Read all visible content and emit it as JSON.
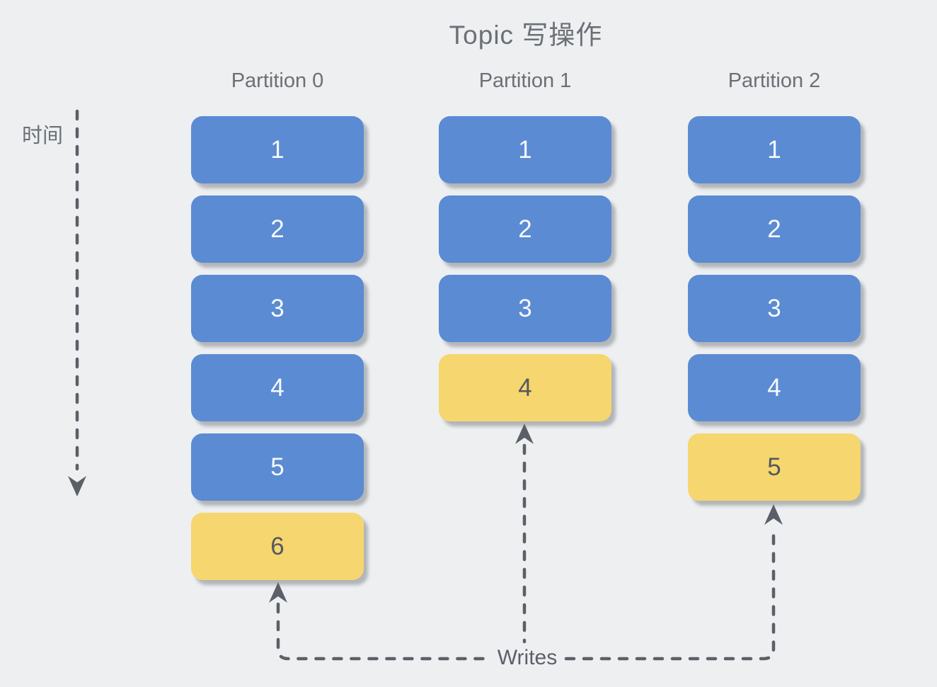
{
  "title": "Topic 写操作",
  "time_axis": {
    "label": "时间"
  },
  "writes_label": "Writes",
  "partitions": [
    {
      "label": "Partition 0",
      "blocks": [
        {
          "value": "1",
          "highlight": false
        },
        {
          "value": "2",
          "highlight": false
        },
        {
          "value": "3",
          "highlight": false
        },
        {
          "value": "4",
          "highlight": false
        },
        {
          "value": "5",
          "highlight": false
        },
        {
          "value": "6",
          "highlight": true
        }
      ]
    },
    {
      "label": "Partition 1",
      "blocks": [
        {
          "value": "1",
          "highlight": false
        },
        {
          "value": "2",
          "highlight": false
        },
        {
          "value": "3",
          "highlight": false
        },
        {
          "value": "4",
          "highlight": true
        }
      ]
    },
    {
      "label": "Partition 2",
      "blocks": [
        {
          "value": "1",
          "highlight": false
        },
        {
          "value": "2",
          "highlight": false
        },
        {
          "value": "3",
          "highlight": false
        },
        {
          "value": "4",
          "highlight": false
        },
        {
          "value": "5",
          "highlight": true
        }
      ]
    }
  ],
  "colors": {
    "background": "#edeff1",
    "block_blue": "#5b8bd3",
    "block_yellow": "#f6d66e",
    "block_text_on_blue": "#f7f9fb",
    "block_text_on_yellow": "#54585f",
    "label_gray": "#6b7076",
    "line_gray": "#5b6068"
  }
}
